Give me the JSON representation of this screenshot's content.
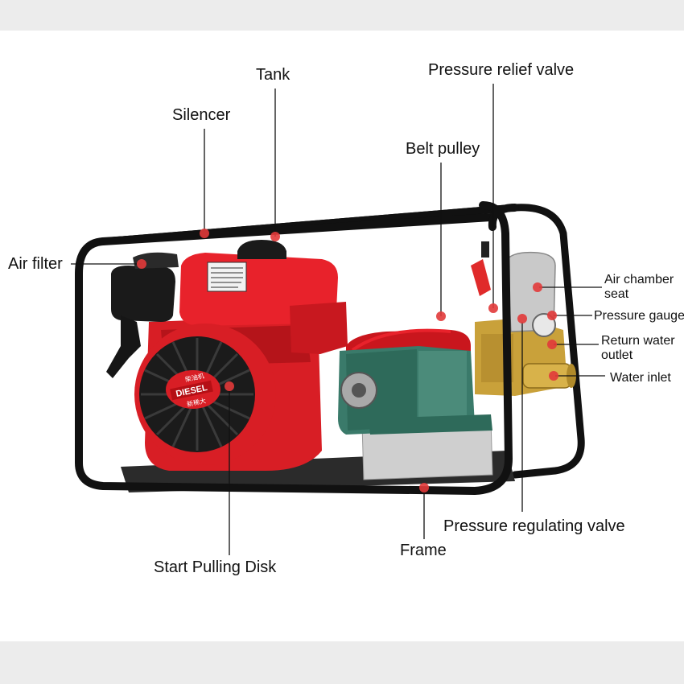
{
  "labels": {
    "tank": "Tank",
    "pressure_relief_valve": "Pressure relief valve",
    "silencer": "Silencer",
    "belt_pulley": "Belt pulley",
    "air_filter": "Air filter",
    "air_chamber_seat_1": "Air chamber",
    "air_chamber_seat_2": "seat",
    "pressure_gauge": "Pressure gauge",
    "return_water_outlet_1": "Return water",
    "return_water_outlet_2": "outlet",
    "water_inlet": "Water inlet",
    "pressure_regulating_valve": "Pressure regulating valve",
    "frame": "Frame",
    "start_pulling_disk": "Start Pulling Disk"
  },
  "engine_plate": {
    "brand": "DIESEL",
    "line1": "柴油机",
    "line2": "新稀大"
  },
  "colors": {
    "engine_red": "#e8222b",
    "frame_black": "#111111",
    "pump_green": "#3a7a6a",
    "brass": "#c9a13a",
    "marker_red": "#e23a3a"
  }
}
